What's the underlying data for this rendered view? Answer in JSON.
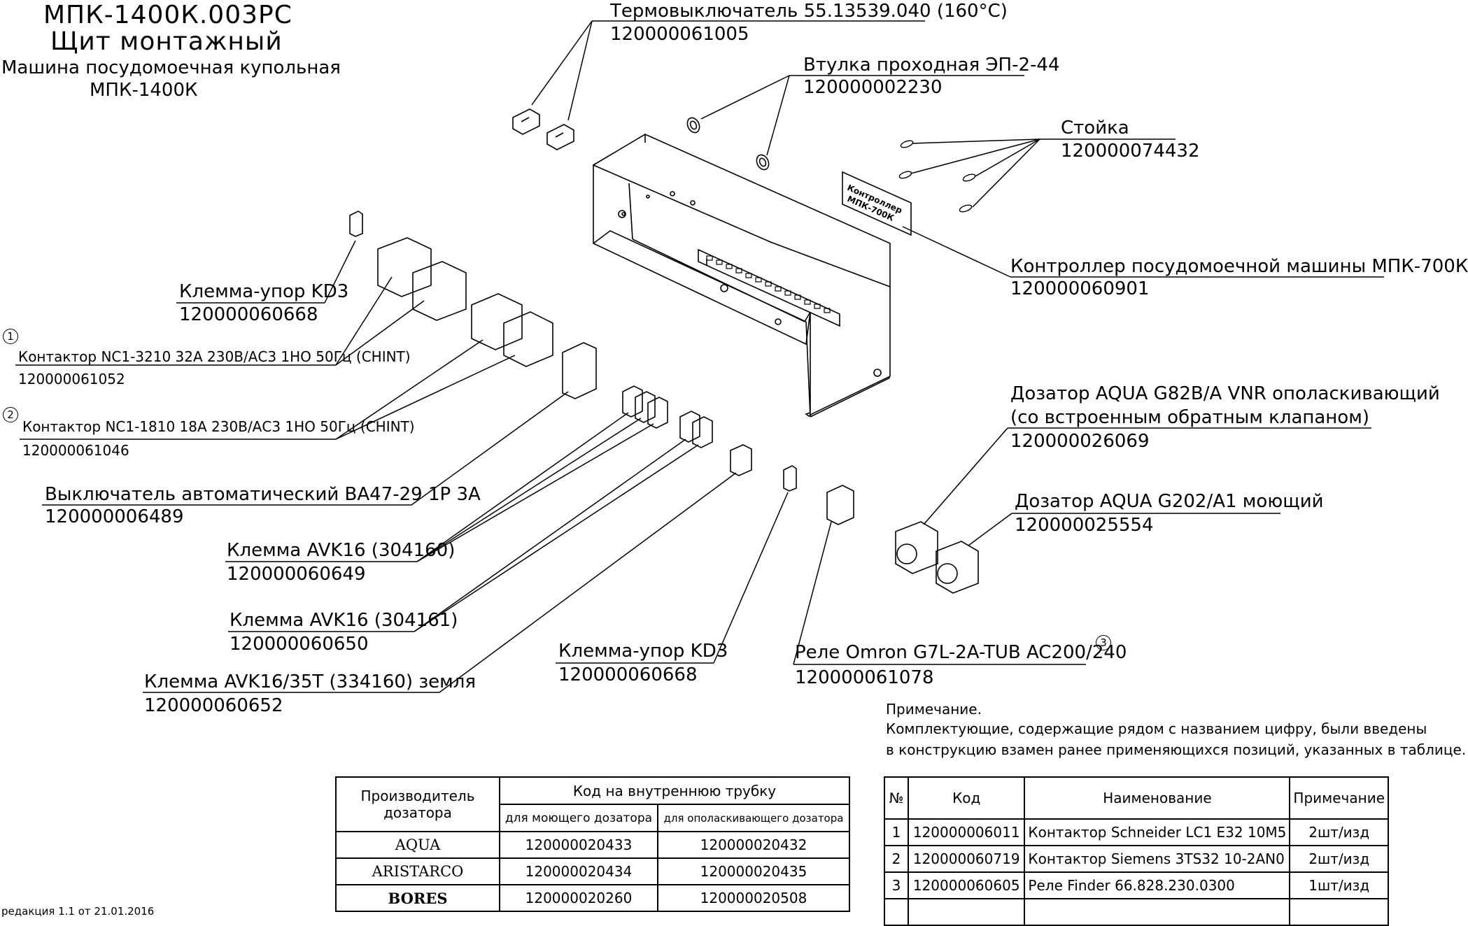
{
  "title": {
    "model_code": "МПК-1400К.003РС",
    "name": "Щит монтажный",
    "machine": "Машина посудомоечная купольная",
    "machine_model": "МПК-1400К"
  },
  "callouts": [
    {
      "id": "thermo",
      "label": "Термовыключатель 55.13539.040 (160°С)",
      "code": "120000061005"
    },
    {
      "id": "bushing",
      "label": "Втулка проходная ЭП-2-44",
      "code": "120000002230"
    },
    {
      "id": "stand",
      "label": "Стойка",
      "code": "120000074432"
    },
    {
      "id": "controller",
      "label": "Контроллер посудомоечной машины МПК-700К",
      "code": "120000060901"
    },
    {
      "id": "stop-kd3-top",
      "label": "Клемма-упор KD3",
      "code": "120000060668"
    },
    {
      "id": "contactor1",
      "label": "Контактор NC1-3210 32А 230В/АС3 1НО 50Гц (CHINT)",
      "code": "120000061052",
      "marker": "1"
    },
    {
      "id": "contactor2",
      "label": "Контактор NC1-1810 18А 230В/АС3 1НО 50Гц (CHINT)",
      "code": "120000061046",
      "marker": "2"
    },
    {
      "id": "breaker",
      "label": "Выключатель автоматический ВА47-29 1Р 3А",
      "code": "120000006489"
    },
    {
      "id": "avk16-304160",
      "label": "Клемма AVK16 (304160)",
      "code": "120000060649"
    },
    {
      "id": "avk16-304161",
      "label": "Клемма AVK16 (304161)",
      "code": "120000060650"
    },
    {
      "id": "avk16-earth",
      "label": "Клемма AVK16/35T (334160) земля",
      "code": "120000060652"
    },
    {
      "id": "stop-kd3-bottom",
      "label": "Клемма-упор KD3",
      "code": "120000060668"
    },
    {
      "id": "relay",
      "label": "Реле Omron G7L-2A-TUB AC200/240",
      "code": "120000061078",
      "marker": "3"
    },
    {
      "id": "doser-rinse",
      "label": "Дозатор AQUA G82B/A VNR ополаскивающий",
      "label2": "(со встроенным обратным клапаном)",
      "code": "120000026069"
    },
    {
      "id": "doser-wash",
      "label": "Дозатор AQUA G202/A1 моющий",
      "code": "120000025554"
    }
  ],
  "controller_plate_text": [
    "Контроллер",
    "МПК-700К"
  ],
  "note": {
    "heading": "Примечание.",
    "line1": "Комплектующие, содержащие рядом с названием цифру, были введены",
    "line2": "в конструкцию взамен ранее применяющихся позиций, указанных в таблице."
  },
  "tube_table": {
    "header_maker": "Производитель дозатора",
    "header_code": "Код на внутреннюю трубку",
    "sub_wash": "для моющего дозатора",
    "sub_rinse": "для ополаскивающего дозатора",
    "rows": [
      {
        "maker": "AQUA",
        "wash": "120000020433",
        "rinse": "120000020432"
      },
      {
        "maker": "ARISTARCO",
        "wash": "120000020434",
        "rinse": "120000020435"
      },
      {
        "maker": "BORES",
        "wash": "120000020260",
        "rinse": "120000020508"
      }
    ]
  },
  "replace_table": {
    "headers": [
      "№",
      "Код",
      "Наименование",
      "Примечание"
    ],
    "rows": [
      {
        "n": "1",
        "code": "120000006011",
        "name": "Контактор Schneider LC1 E32 10M5",
        "note": "2шт/изд"
      },
      {
        "n": "2",
        "code": "120000060719",
        "name": "Контактор Siemens 3TS32 10-2AN0",
        "note": "2шт/изд"
      },
      {
        "n": "3",
        "code": "120000060605",
        "name": "Реле Finder 66.828.230.0300",
        "note": "1шт/изд"
      },
      {
        "n": "",
        "code": "",
        "name": "",
        "note": ""
      }
    ]
  },
  "revision": "редакция 1.1 от 21.01.2016"
}
